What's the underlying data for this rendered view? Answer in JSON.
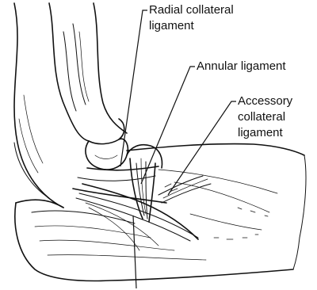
{
  "labels": {
    "radial_collateral_line1": "Radial collateral",
    "radial_collateral_line2": "ligament",
    "annular_line1": "Annular ligament",
    "accessory_line1": "Accessory",
    "accessory_line2": "collateral",
    "accessory_line3": "ligament"
  },
  "colors": {
    "ink": "#111111",
    "background": "#ffffff"
  }
}
